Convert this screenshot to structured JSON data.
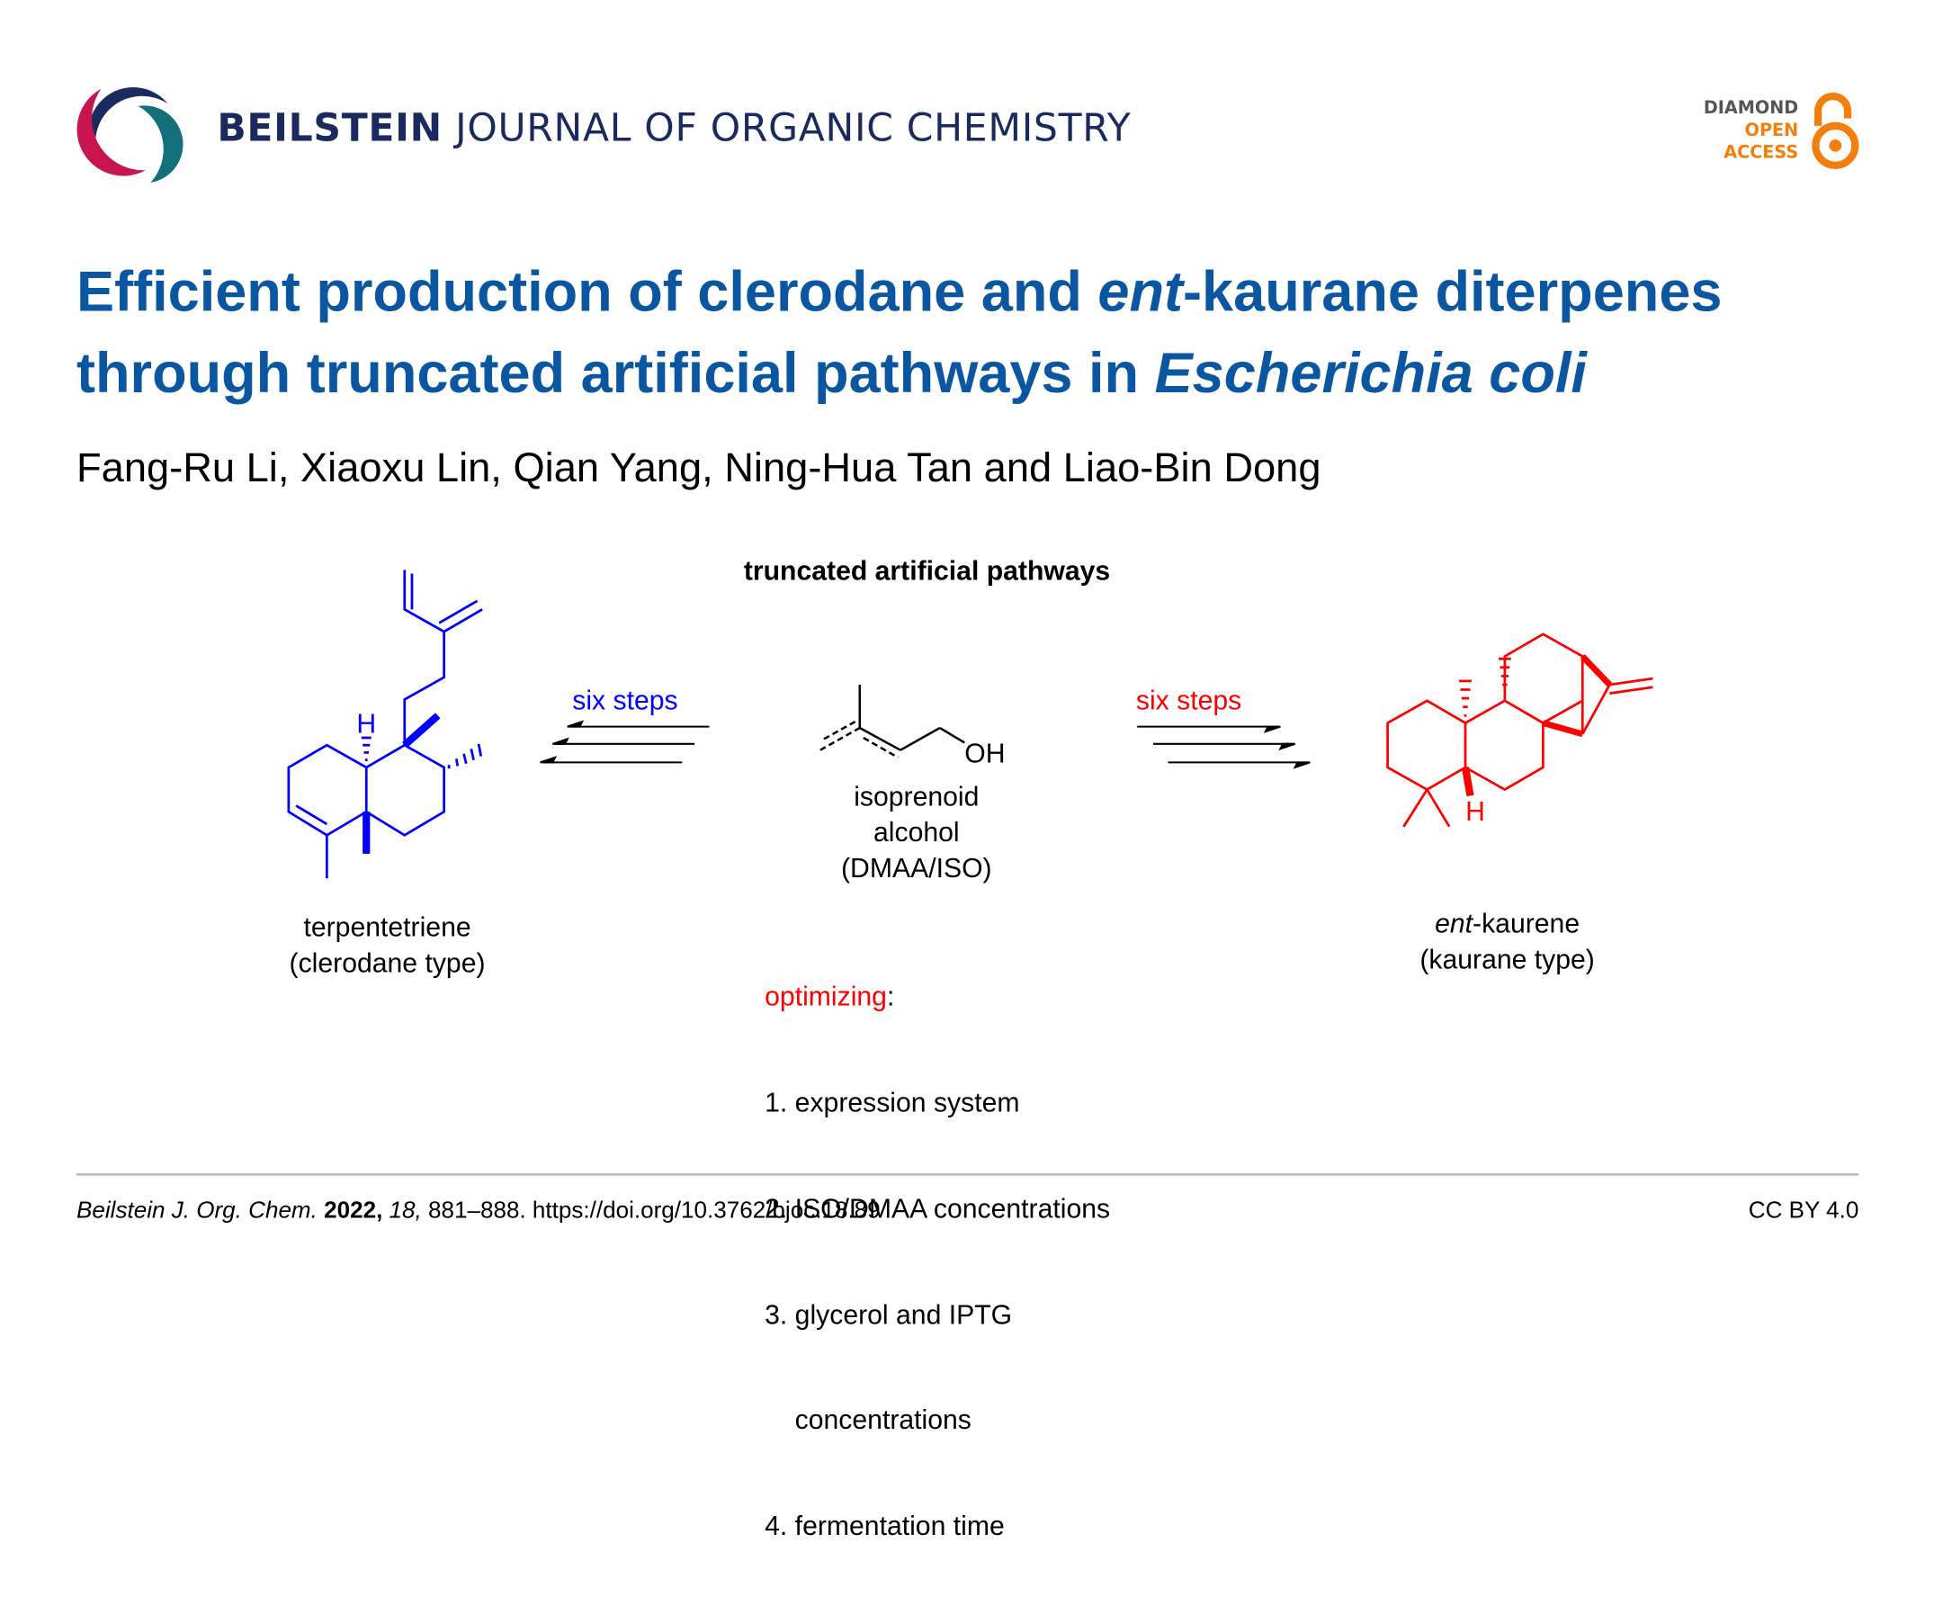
{
  "header": {
    "journal_bold": "BEILSTEIN",
    "journal_rest": "JOURNAL OF ORGANIC CHEMISTRY",
    "badge": [
      "DIAMOND",
      "OPEN",
      "ACCESS"
    ]
  },
  "article": {
    "title_line1_a": "Efficient production of clerodane and ",
    "title_line1_i": "ent",
    "title_line1_b": "-kaurane diterpenes",
    "title_line2_a": "through truncated artificial pathways in ",
    "title_line2_i": "Escherichia coli",
    "authors": "Fang-Ru Li, Xiaoxu Lin, Qian Yang, Ning-Hua Tan and Liao-Bin Dong"
  },
  "graphic": {
    "heading": "truncated artificial pathways",
    "left_steps": "six steps",
    "right_steps": "six steps",
    "oh": "OH",
    "h_left": "H",
    "h_right": "H",
    "center_label": [
      "isoprenoid",
      "alcohol",
      "(DMAA/ISO)"
    ],
    "left_label": [
      "terpentetriene",
      "(clerodane type)"
    ],
    "right_label_i": "ent",
    "right_label_rest": "-kaurene",
    "right_label2": "(kaurane type)",
    "optimizing": "optimizing",
    "colon": ":",
    "steps": [
      "1. expression system",
      "2. ISO/DMAA concentrations",
      "3. glycerol and IPTG",
      "    concentrations",
      "4. fermentation time"
    ],
    "colors": {
      "blue": "#0000ff",
      "red": "#ff0000"
    }
  },
  "footer": {
    "journal_abbr": "Beilstein J. Org. Chem.",
    "year": "2022,",
    "volume": "18,",
    "pages_doi": "881–888. https://doi.org/10.3762/bjoc.18.89",
    "license": "CC BY 4.0"
  }
}
